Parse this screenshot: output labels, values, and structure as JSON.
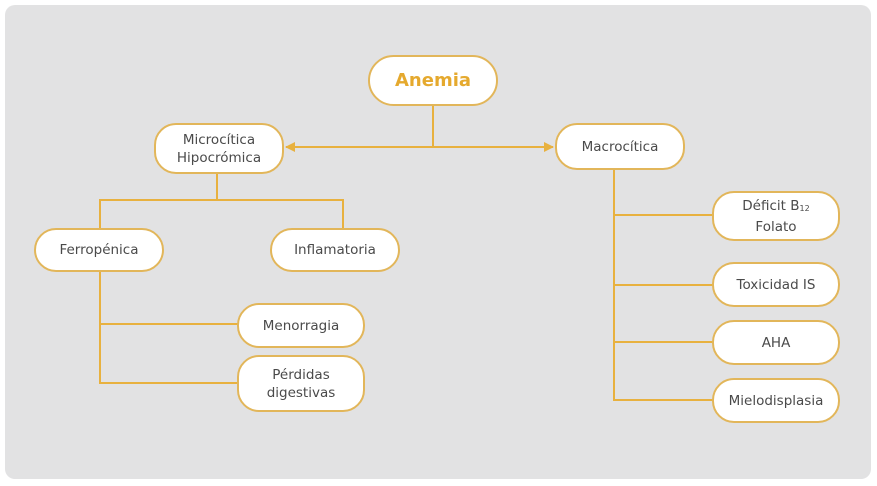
{
  "diagram": {
    "title": "Anemia",
    "colors": {
      "accent": "#e5a92e",
      "line": "#e8b13f",
      "border": "#e2b65a",
      "background": "#e2e2e3",
      "node_fill": "#ffffff",
      "text": "#4a4a4a"
    },
    "root": {
      "label": "Anemia"
    },
    "branches": {
      "microcitica": {
        "line1": "Microcítica",
        "line2": "Hipocrómica"
      },
      "macrocitica": {
        "label": "Macrocítica"
      }
    },
    "micro_children": {
      "ferropenica": {
        "label": "Ferropénica"
      },
      "inflamatoria": {
        "label": "Inflamatoria"
      }
    },
    "ferro_children": {
      "menorragia": {
        "label": "Menorragia"
      },
      "perdidas": {
        "line1": "Pérdidas",
        "line2": "digestivas"
      }
    },
    "macro_children": {
      "deficit": {
        "line1_text": "Déficit B",
        "line1_sub": "12",
        "line2": "Folato"
      },
      "toxicidad": {
        "label": "Toxicidad IS"
      },
      "aha": {
        "label": "AHA"
      },
      "mielodisplasia": {
        "label": "Mielodisplasia"
      }
    }
  }
}
